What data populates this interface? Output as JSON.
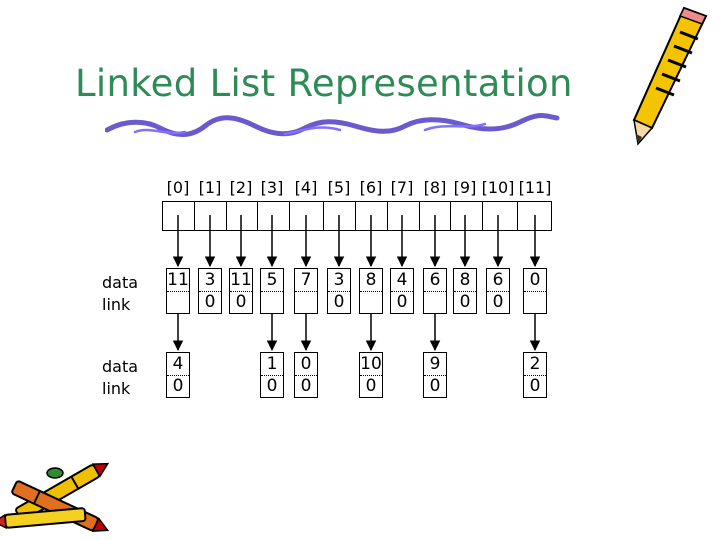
{
  "slide": {
    "title": "Linked List Representation"
  },
  "array": {
    "indices": [
      "[0]",
      "[1]",
      "[2]",
      "[3]",
      "[4]",
      "[5]",
      "[6]",
      "[7]",
      "[8]",
      "[9]",
      "[10]",
      "[11]"
    ]
  },
  "row1": {
    "label_data": "data",
    "label_link": "link",
    "nodes": [
      {
        "data": "11",
        "link": ""
      },
      {
        "data": "3",
        "link": "0"
      },
      {
        "data": "11",
        "link": "0"
      },
      {
        "data": "5",
        "link": ""
      },
      {
        "data": "7",
        "link": ""
      },
      {
        "data": "3",
        "link": "0"
      },
      {
        "data": "8",
        "link": ""
      },
      {
        "data": "4",
        "link": "0"
      },
      {
        "data": "6",
        "link": ""
      },
      {
        "data": "8",
        "link": "0"
      },
      {
        "data": "6",
        "link": "0"
      },
      {
        "data": "0",
        "link": ""
      }
    ]
  },
  "row2": {
    "label_data": "data",
    "label_link": "link",
    "nodes": [
      {
        "data": "4",
        "link": "0"
      },
      {
        "data": "1",
        "link": "0"
      },
      {
        "data": "0",
        "link": "0"
      },
      {
        "data": "10",
        "link": "0"
      },
      {
        "data": "9",
        "link": "0"
      },
      {
        "data": "2",
        "link": "0"
      }
    ]
  },
  "colors": {
    "title": "#2e8b57",
    "squiggle": "#6a5acd"
  }
}
